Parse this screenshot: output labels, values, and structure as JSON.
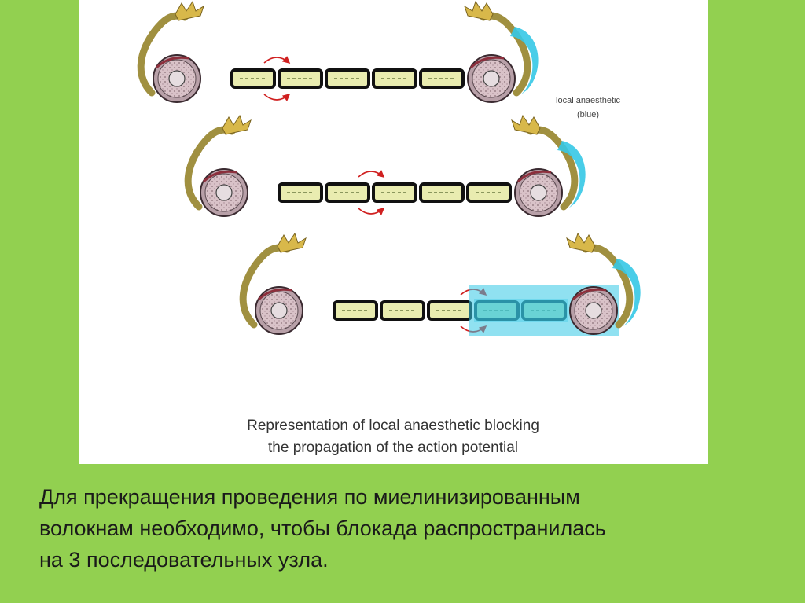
{
  "figure": {
    "label": {
      "line1": "local anaesthetic",
      "line2": "(blue)"
    },
    "caption": {
      "line1": "Representation of local anaesthetic blocking",
      "line2": "the propagation of the action potential"
    },
    "colors": {
      "background": "#92d050",
      "panel": "#ffffff",
      "anaesthetic": "#35c8e6",
      "arrow": "#d02020",
      "myelin": "#e9ecb0",
      "soma": "#a09040"
    },
    "rows": [
      {
        "name": "row-1",
        "blocked": false
      },
      {
        "name": "row-2",
        "blocked": false
      },
      {
        "name": "row-3",
        "blocked": true
      }
    ]
  },
  "slide_text": {
    "line1": "Для прекращения проведения по миелинизированным",
    "line2": "волокнам необходимо, чтобы блокада распространилась",
    "line3": "на 3 последовательных узла."
  }
}
